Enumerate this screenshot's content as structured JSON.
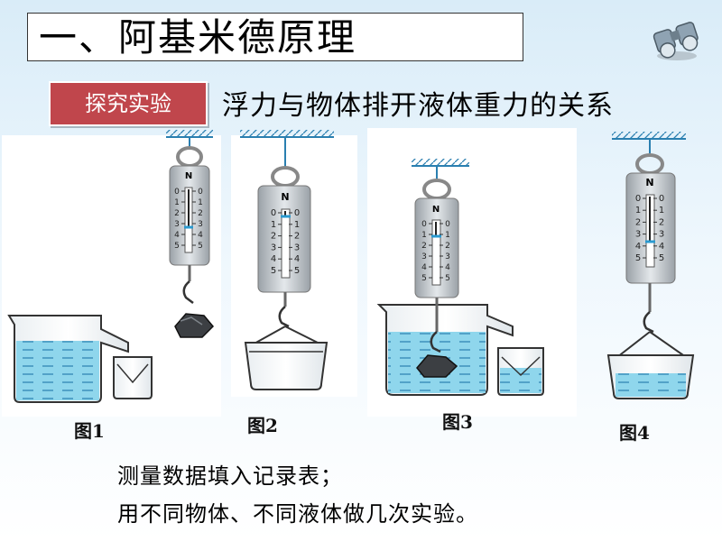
{
  "slide": {
    "title": "一、阿基米德原理",
    "badge": "探究实验",
    "subtitle": "浮力与物体排开液体重力的关系",
    "notes": [
      "测量数据填入记录表；",
      "用不同物体、不同液体做几次实验。"
    ]
  },
  "figures": [
    {
      "label": "图1"
    },
    {
      "label": "图2"
    },
    {
      "label": "图3"
    },
    {
      "label": "图4"
    }
  ],
  "spring_scale": {
    "unit": "N",
    "ticks": [
      "0",
      "1",
      "2",
      "3",
      "4",
      "5"
    ]
  },
  "colors": {
    "badge_bg": "#c0464c",
    "water": "#7ccfe8",
    "water_dash": "#2a7fb0",
    "outline": "#333333",
    "scale_body": "#b8bdc2"
  },
  "icons": [
    "binoculars-icon"
  ]
}
